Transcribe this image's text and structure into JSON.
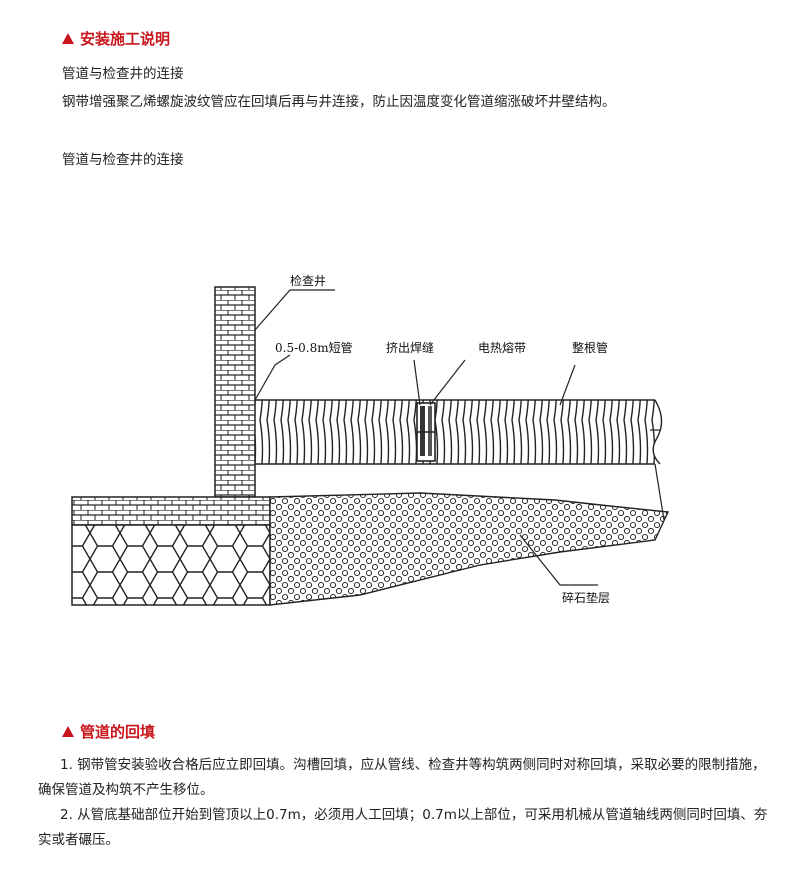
{
  "section1": {
    "heading": "安装施工说明",
    "subtitle1": "管道与检查井的连接",
    "body": "钢带增强聚乙烯螺旋波纹管应在回填后再与井连接，防止因温度变化管道缩涨破坏井壁结构。",
    "subtitle2": "管道与检查井的连接"
  },
  "diagram": {
    "labels": {
      "inspection_well": "检查井",
      "short_pipe": "0.5-0.8m短管",
      "extruded_weld": "挤出焊缝",
      "electrofusion_band": "电热熔带",
      "whole_pipe": "整根管",
      "gravel_bedding": "碎石垫层"
    }
  },
  "section2": {
    "heading": "管道的回填",
    "items": [
      "1. 钢带管安装验收合格后应立即回填。沟槽回填，应从管线、检查井等构筑两侧同时对称回填，采取必要的限制措施，确保管道及构筑不产生移位。",
      "2. 从管底基础部位开始到管顶以上0.7m，必须用人工回填；0.7m以上部位，可采用机械从管道轴线两侧同时回填、夯实或者碾压。"
    ]
  }
}
